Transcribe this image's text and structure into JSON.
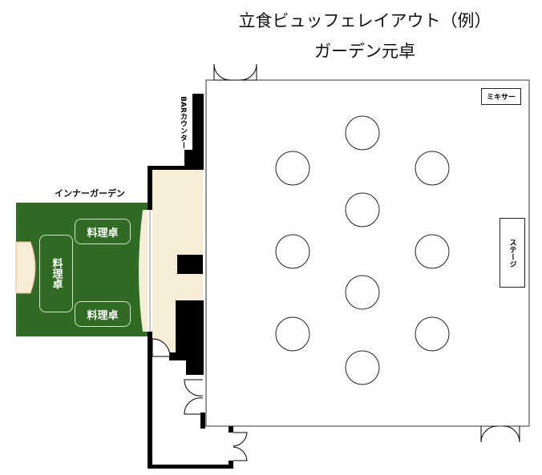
{
  "title": {
    "line1": "立食ビュッフェレイアウト（例）",
    "line2": "ガーデン元卓"
  },
  "labels": {
    "bar_counter": "BARカウンター",
    "inner_garden": "インナーガーデン",
    "mixer": "ミキサー",
    "stage": "ステージ"
  },
  "garden_tables": [
    {
      "label": "料理卓"
    },
    {
      "label": "料理卓"
    },
    {
      "label": "料理卓"
    }
  ],
  "round_tables_count": 10,
  "colors": {
    "grass": "#2f6b22",
    "floor": "#f7ecd6",
    "wall": "#000000"
  }
}
